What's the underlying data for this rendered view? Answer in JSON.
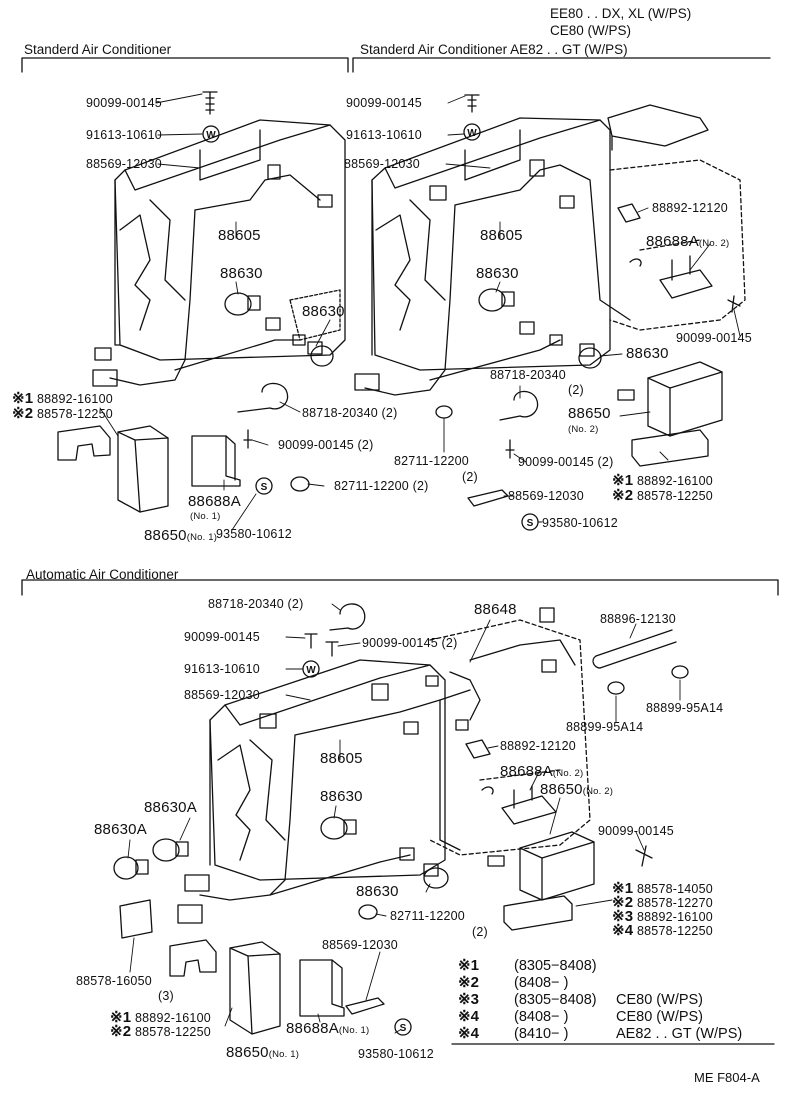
{
  "header": {
    "variants": [
      "EE80 . . DX, XL (W/PS)",
      "CE80 (W/PS)"
    ],
    "sec_left": "Standerd Air Conditioner",
    "sec_right": "Standerd Air Conditioner",
    "sec_right_variant": "AE82 . . GT (W/PS)",
    "sec_auto": "Automatic Air Conditioner"
  },
  "left": {
    "p1": "90099-00145",
    "p2": "91613-10610",
    "p3": "88569-12030",
    "p4": "88605",
    "p5": "88630",
    "p6": "88630",
    "p7": "88718-20340 (2)",
    "p8": "90099-00145 (2)",
    "p9": "82711-12200 (2)",
    "p10": "88688A",
    "p10n": "(No. 1)",
    "p11": "88650",
    "p11n": "(No. 1)",
    "p12": "93580-10612",
    "s1": "88892-16100",
    "s2": "88578-12250",
    "s1k": "※1",
    "s2k": "※2"
  },
  "right": {
    "p1": "90099-00145",
    "p2": "91613-10610",
    "p3": "88569-12030",
    "p4": "88605",
    "p5": "88630",
    "p6": "88892-12120",
    "p7": "88688A",
    "p7n": "(No. 2)",
    "p8": "90099-00145",
    "p9": "88630",
    "p10": "88718-20340",
    "p10q": "(2)",
    "p11": "88650",
    "p11n": "(No. 2)",
    "p12": "82711-12200",
    "p12q": "(2)",
    "p13": "90099-00145 (2)",
    "s1": "88892-16100",
    "s2": "88578-12250",
    "s1k": "※1",
    "s2k": "※2",
    "p14": "88569-12030",
    "p15": "93580-10612"
  },
  "auto": {
    "p1": "88718-20340 (2)",
    "p2": "90099-00145",
    "p3": "90099-00145 (2)",
    "p4": "91613-10610",
    "p5": "88569-12030",
    "p6": "88648",
    "p7": "88896-12130",
    "p8": "88899-95A14",
    "p9": "88899-95A14",
    "p10": "88605",
    "p11": "88892-12120",
    "p12": "88688A",
    "p12n": "(No. 2)",
    "p13": "88650",
    "p13n": "(No. 2)",
    "p14": "88630A",
    "p15": "88630A",
    "p16": "88630",
    "p17": "90099-00145",
    "p18": "88630",
    "p19": "82711-12200",
    "p19q": "(2)",
    "s1k": "※1",
    "s1": "88578-14050",
    "s2k": "※2",
    "s2": "88578-12270",
    "s3k": "※3",
    "s3": "88892-16100",
    "s4k": "※4",
    "s4": "88578-12250",
    "p20": "88578-16050",
    "p20q": "(3)",
    "p21": "88569-12030",
    "b1k": "※1",
    "b1": "88892-16100",
    "b2k": "※2",
    "b2": "88578-12250",
    "p22": "88688A",
    "p22n": "(No. 1)",
    "p23": "88650",
    "p23n": "(No. 1)",
    "p24": "93580-10612"
  },
  "legend": [
    {
      "key": "※1",
      "range": "(8305−8408)",
      "note": ""
    },
    {
      "key": "※2",
      "range": "(8408−       )",
      "note": ""
    },
    {
      "key": "※3",
      "range": "(8305−8408)",
      "note": "CE80 (W/PS)"
    },
    {
      "key": "※4",
      "range": "(8408−       )",
      "note": "CE80 (W/PS)"
    },
    {
      "key": "※4",
      "range": "(8410−       )",
      "note": "AE82 . . GT (W/PS)"
    }
  ],
  "figure_code": "ME F804-A",
  "icons": {
    "washer": "W",
    "screw": "S"
  }
}
